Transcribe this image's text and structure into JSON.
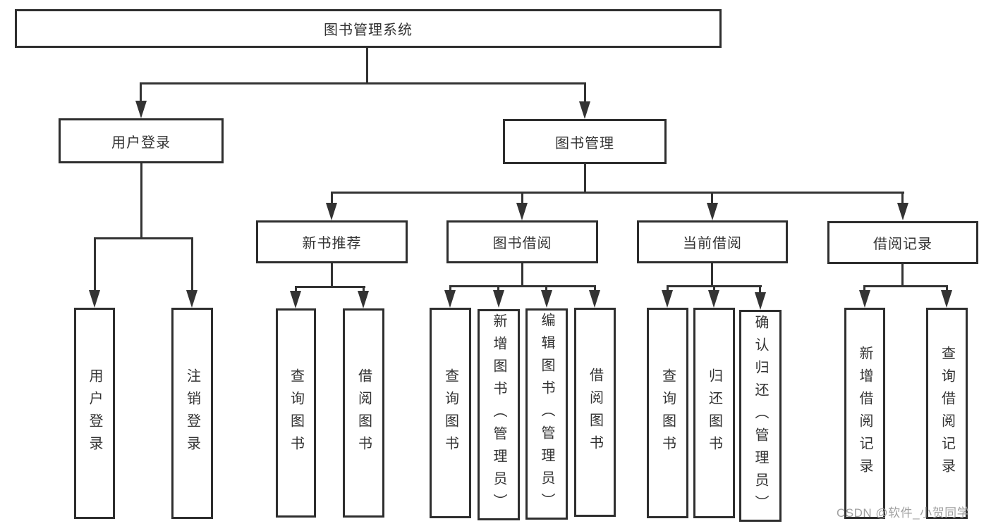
{
  "diagram": {
    "type": "hierarchy-tree",
    "root": "图书管理系统",
    "level2": {
      "user_login": "用户登录",
      "book_mgmt": "图书管理"
    },
    "user_login_children": {
      "login": "用户登录",
      "logout": "注销登录"
    },
    "level3": {
      "new_books": "新书推荐",
      "borrow": "图书借阅",
      "current": "当前借阅",
      "records": "借阅记录"
    },
    "new_books_children": {
      "query": "查询图书",
      "borrow": "借阅图书"
    },
    "borrow_children": {
      "query": "查询图书",
      "add": "新增图书（管理员）",
      "edit": "编辑图书（管理员）",
      "borrow": "借阅图书"
    },
    "current_children": {
      "query": "查询图书",
      "return": "归还图书",
      "confirm": "确认归还（管理员）"
    },
    "records_children": {
      "add": "新增借阅记录",
      "query": "查询借阅记录"
    }
  },
  "watermark": "CSDN @软件_小贺同学",
  "colors": {
    "border": "#2e2e2e",
    "line": "#333333",
    "text": "#333333",
    "watermark": "#a0a0a0",
    "background": "#ffffff"
  }
}
